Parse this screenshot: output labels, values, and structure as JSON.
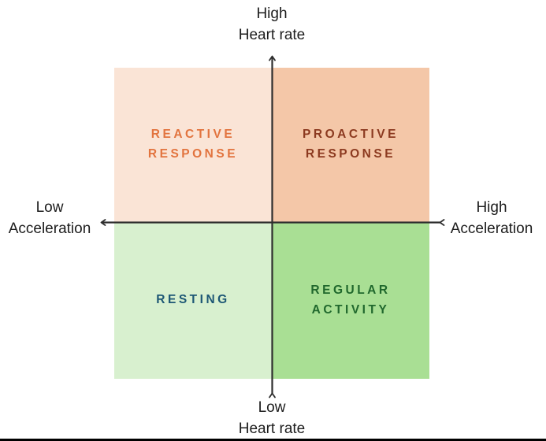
{
  "diagram": {
    "type": "quadrant-matrix",
    "background_color": "#ffffff",
    "axis": {
      "line_color": "#2e2e2e",
      "y_axis_top_label": "High\nHeart rate",
      "y_axis_bottom_label": "Low\nHeart rate",
      "x_axis_left_label": "Low\nAcceleration",
      "x_axis_right_label": "High\nAcceleration"
    },
    "quadrants": {
      "top_left": {
        "label": "REACTIVE\nRESPONSE",
        "bg_color": "#fae4d6",
        "text_color": "#e2743f"
      },
      "top_right": {
        "label": "PROACTIVE\nRESPONSE",
        "bg_color": "#f4c7a8",
        "text_color": "#8c3a20"
      },
      "bottom_left": {
        "label": "RESTING",
        "bg_color": "#d8f0cf",
        "text_color": "#1d5775"
      },
      "bottom_right": {
        "label": "REGULAR\nACTIVITY",
        "bg_color": "#a9df94",
        "text_color": "#20682d"
      }
    }
  }
}
